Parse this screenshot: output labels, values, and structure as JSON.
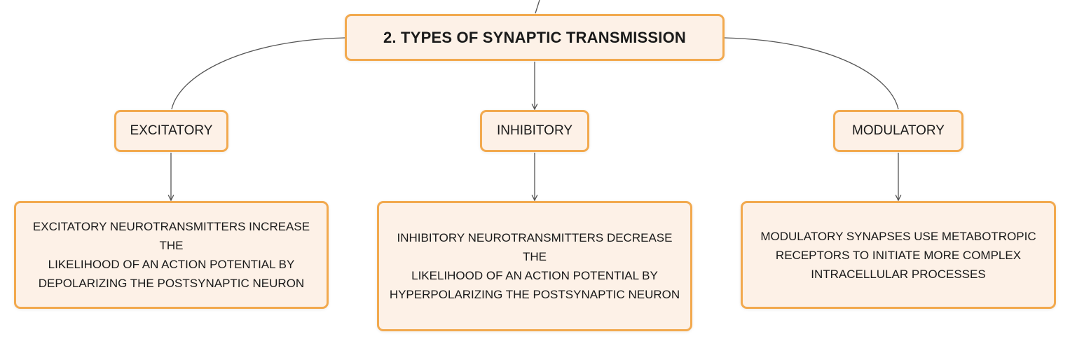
{
  "root": {
    "title": "2. TYPES OF SYNAPTIC TRANSMISSION"
  },
  "types": [
    {
      "label": "EXCITATORY",
      "lines": [
        "EXCITATORY NEUROTRANSMITTERS INCREASE THE",
        "LIKELIHOOD OF AN ACTION POTENTIAL BY",
        "DEPOLARIZING THE POSTSYNAPTIC NEURON"
      ]
    },
    {
      "label": "INHIBITORY",
      "lines": [
        "INHIBITORY NEUROTRANSMITTERS DECREASE THE",
        "LIKELIHOOD OF AN ACTION POTENTIAL BY",
        "HYPERPOLARIZING THE POSTSYNAPTIC NEURON"
      ]
    },
    {
      "label": "MODULATORY",
      "lines": [
        "MODULATORY SYNAPSES USE METABOTROPIC",
        "RECEPTORS TO INITIATE MORE COMPLEX",
        "INTRACELLULAR PROCESSES"
      ]
    }
  ],
  "colors": {
    "node_fill": "#fdf1e7",
    "node_border": "#f2a94e",
    "connector": "#555555"
  }
}
